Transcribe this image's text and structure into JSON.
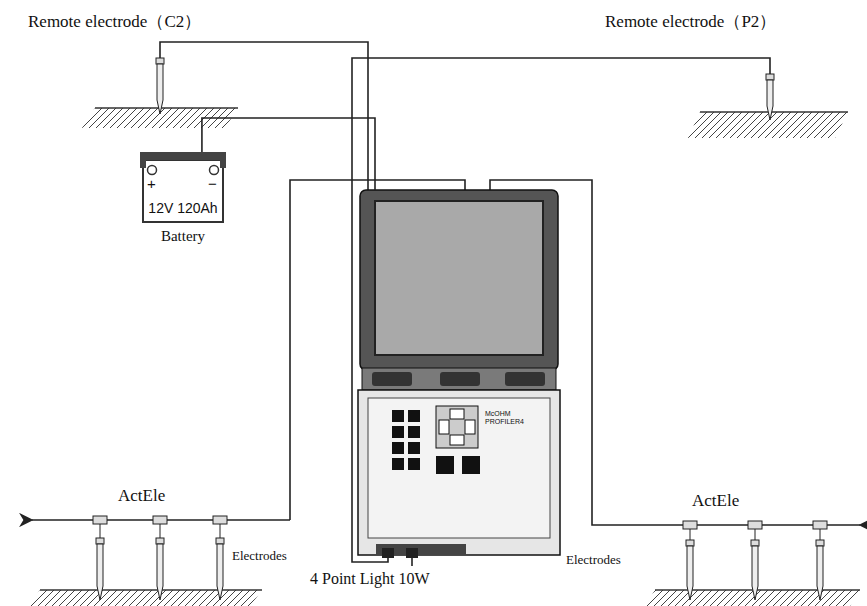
{
  "diagram": {
    "nodes": [
      {
        "text": [
          "+",
          "−",
          "12V 120Ah",
          "Battery"
        ]
      },
      {
        "text": [
          "McOHM PROFILER4"
        ]
      }
    ],
    "edges": [
      {
        "from": 0,
        "to": 1,
        "arrow": "none"
      }
    ],
    "labels": [
      "Remote electrode（C2）",
      "Remote electrode（P2）",
      "ActEle",
      "ActEle",
      "Electrodes",
      "Electrodes",
      "4 Point Light 10W"
    ]
  }
}
